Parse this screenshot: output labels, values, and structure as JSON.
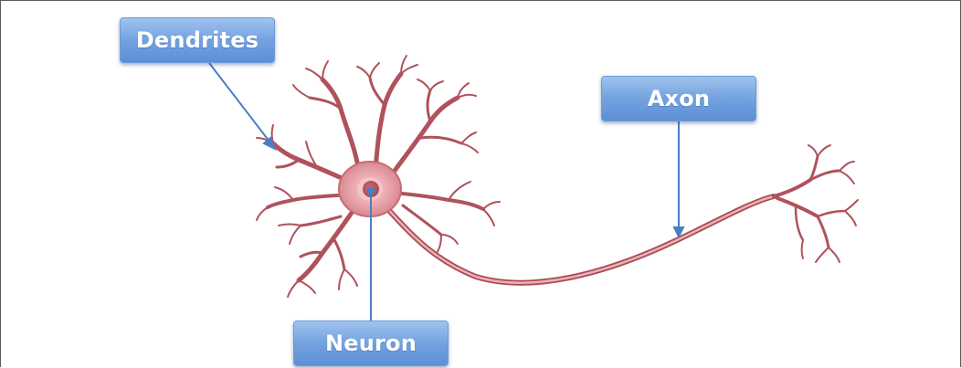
{
  "labels": {
    "dendrites": "Dendrites",
    "axon": "Axon",
    "neuron": "Neuron"
  },
  "colors": {
    "background": "#ffffff",
    "border": "#5c5c5c",
    "label_fill": "#75a3e0",
    "label_text": "#ffffff",
    "pointer_line": "#4a7fc4",
    "neuron_stroke": "#a74a52",
    "neuron_fill": "#e9a7ad",
    "soma_core": "#b9505a"
  },
  "icons": {
    "neuron": "neuron-illustration",
    "pointer": "arrow-line"
  }
}
